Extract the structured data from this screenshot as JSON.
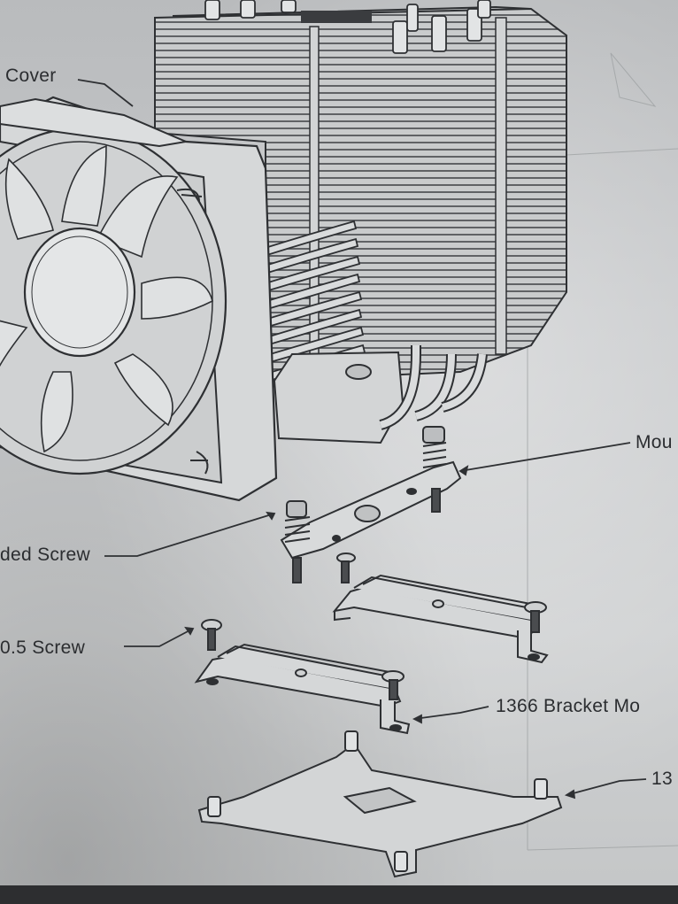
{
  "labels": {
    "cover": "Cover",
    "mounting": "Mou",
    "spring_screw": "ded Screw",
    "small_screw": "0.5 Screw",
    "bracket": "1366 Bracket Mo",
    "backplate": "13"
  },
  "colors": {
    "paper": "#c8cacb",
    "line": "#2e3033",
    "part_fill": "#d7d9da"
  }
}
